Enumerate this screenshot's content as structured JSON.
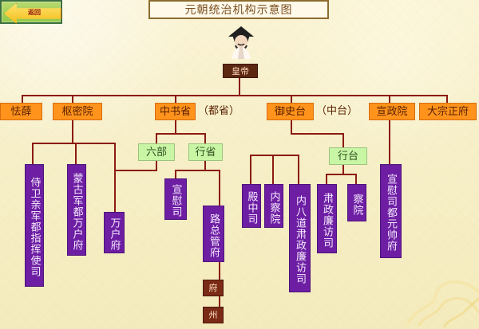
{
  "page": {
    "title": "元朝统治机构示意图",
    "back_label": "返回"
  },
  "diagram": {
    "emperor": "皇帝",
    "top_level": {
      "qiexue": "怯薛",
      "shumiyuan": "枢密院",
      "zhongshusheng": "中书省",
      "zhongshusheng_note": "（都省）",
      "yushitai": "御史台",
      "yushitai_note": "（中台）",
      "xuanzhengyuan": "宣政院",
      "dazongzhengfu": "大宗正府"
    },
    "mid_level": {
      "liubu": "六部",
      "xingsheng": "行省",
      "xingtai": "行台"
    },
    "bottom_level": {
      "shiwei": "侍卫亲军都指挥使司",
      "menggu": "蒙古军都万户府",
      "wanhufu": "万户府",
      "xuanweisi": "宣慰司",
      "luzongguanfu": "路总管府",
      "fu": "府",
      "zhou": "州",
      "dianzhongsi": "殿中司",
      "neichayuan": "内察院",
      "neibadao": "内八道肃政廉访司",
      "suzhenglianfangsi": "肃政廉访司",
      "chayuan": "察院",
      "xuanweishi_yuanshuaifu": "宣慰司都元帅府"
    }
  },
  "colors": {
    "background": "#f7efc5",
    "line": "#8b1b12",
    "orange": "#ff931c",
    "green": "#c9f6a5",
    "purple": "#6d1ea3",
    "brown": "#7a2a15"
  },
  "icons": {
    "back": "arrow-left-icon",
    "emperor": "emperor-portrait-icon",
    "decoration": "decorative-pattern-icon"
  }
}
